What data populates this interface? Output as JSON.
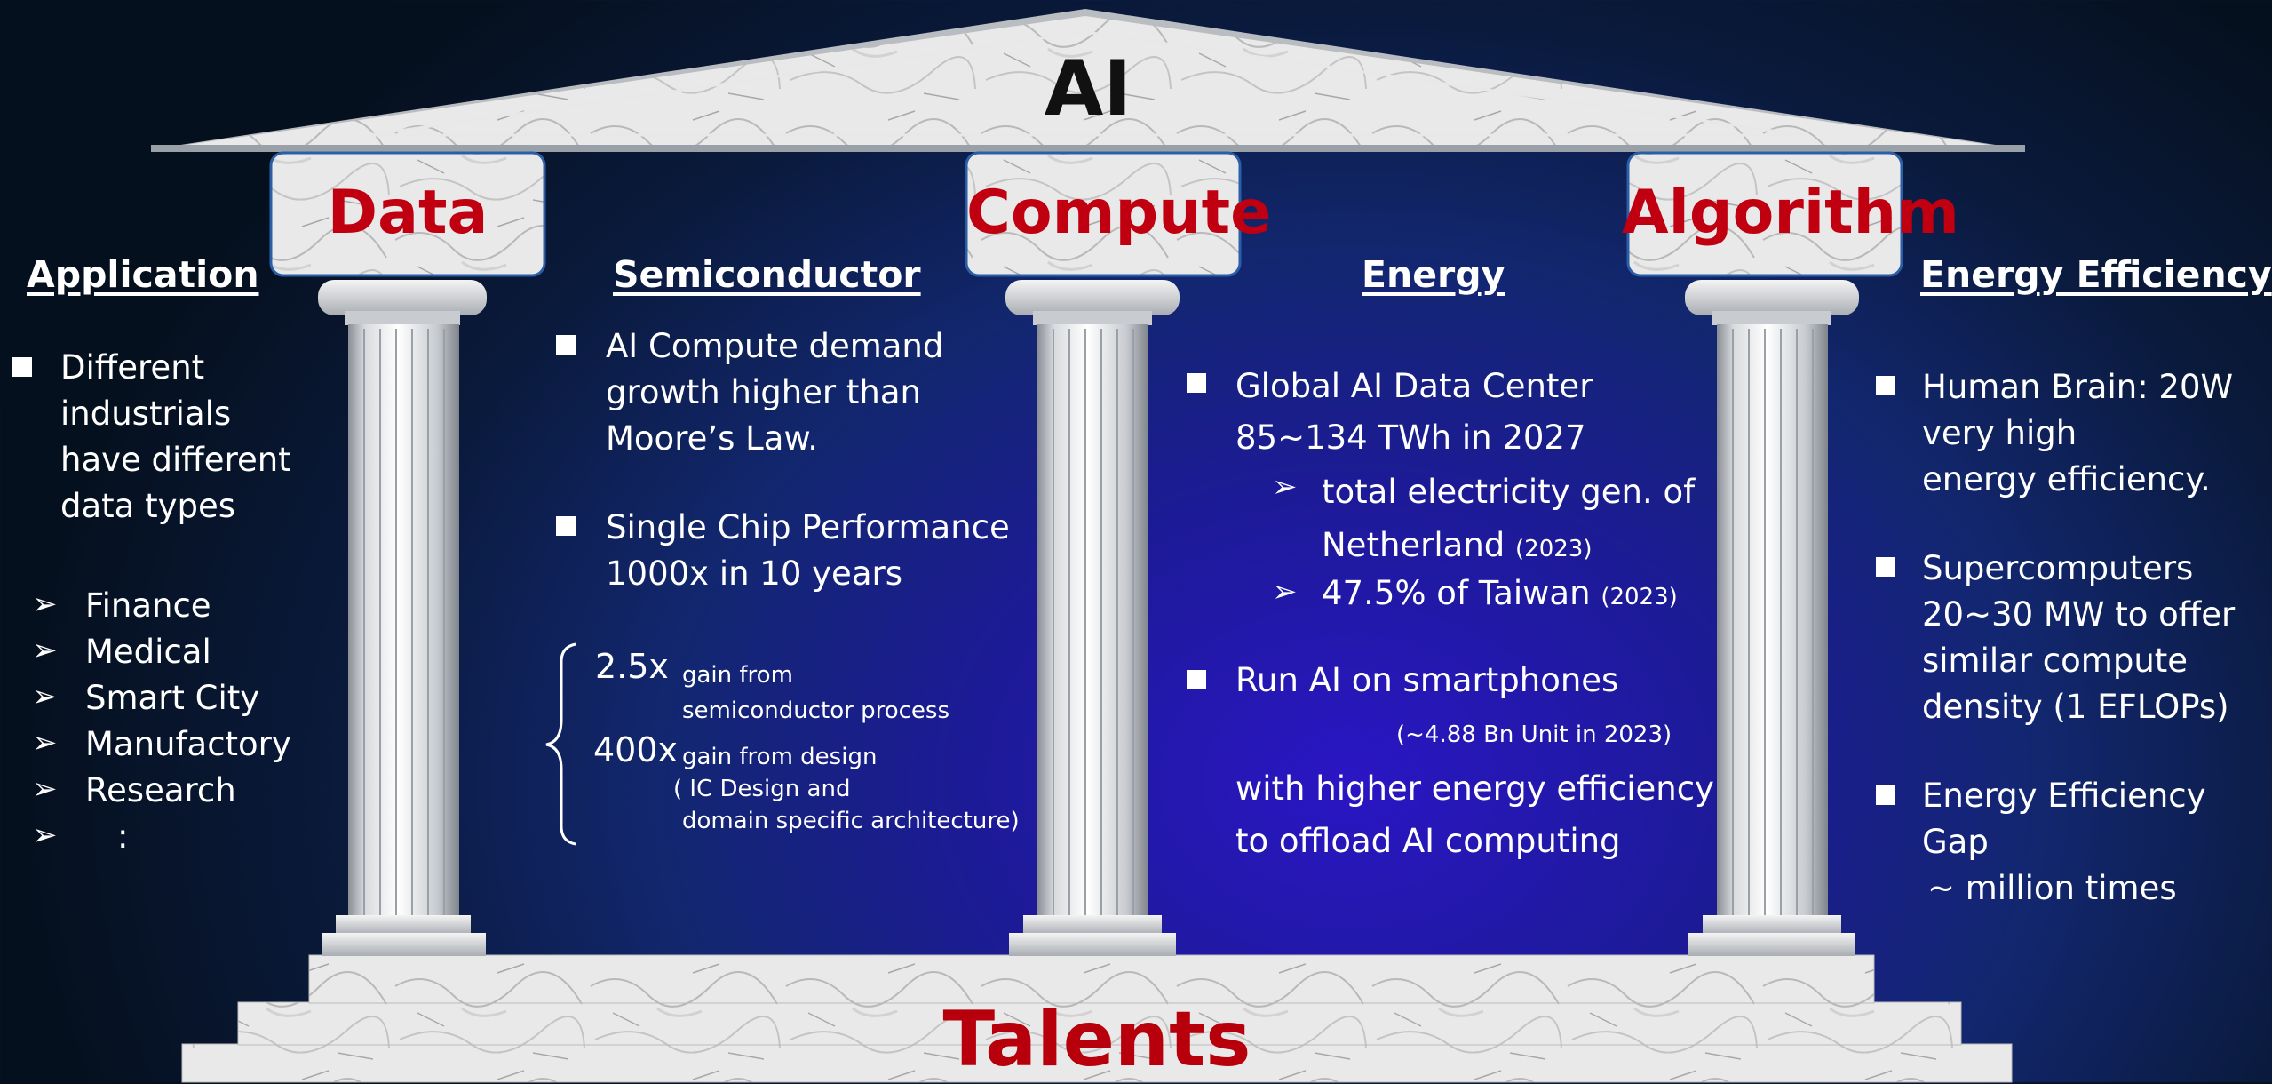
{
  "roof": {
    "label": "AI"
  },
  "base": {
    "label": "Talents"
  },
  "pillars": {
    "data": "Data",
    "compute": "Compute",
    "algorithm": "Algorithm"
  },
  "application": {
    "heading": "Application",
    "bullet_lines": [
      "Different",
      "industrials",
      "have different",
      "data types"
    ],
    "items": [
      "Finance",
      "Medical",
      "Smart City",
      "Manufactory",
      "Research",
      ":"
    ]
  },
  "semiconductor": {
    "heading": "Semiconductor",
    "bullet1": [
      "AI Compute demand",
      "growth higher than",
      "Moore’s Law."
    ],
    "bullet2": [
      "Single Chip Performance",
      "1000x in 10 years"
    ],
    "gain1_value": "2.5x",
    "gain1_lines": [
      "gain from",
      "semiconductor process"
    ],
    "gain2_value": "400x",
    "gain2_lines": [
      "gain from design",
      "( IC Design and",
      "domain specific architecture)"
    ]
  },
  "energy": {
    "heading": "Energy",
    "bullet1": [
      "Global AI Data Center",
      "85~134 TWh in 2027"
    ],
    "sub1_text": "total electricity gen. of",
    "sub1_line2": "Netherland",
    "sub1_year": "(2023)",
    "sub2_text": "47.5% of Taiwan",
    "sub2_year": "(2023)",
    "bullet2": "Run AI on smartphones",
    "units_note": "(~4.88 Bn Unit in 2023)",
    "bullet2_cont": [
      "with higher energy efficiency",
      "to offload AI computing"
    ]
  },
  "energy_efficiency": {
    "heading": "Energy Efficiency",
    "bullet1": [
      "Human Brain: 20W",
      "very high",
      "energy efficiency."
    ],
    "bullet2": [
      "Supercomputers",
      "20~30 MW to offer",
      " similar compute",
      "density (1 EFLOPs)"
    ],
    "bullet3": [
      "Energy Efficiency",
      "Gap",
      "~  million times"
    ]
  },
  "colors": {
    "label_red": "#c00010",
    "talents_red": "#b8000c",
    "marble": "#e6e6e6",
    "bg_center": "#2a16c4",
    "bg_edge": "#05101e"
  }
}
